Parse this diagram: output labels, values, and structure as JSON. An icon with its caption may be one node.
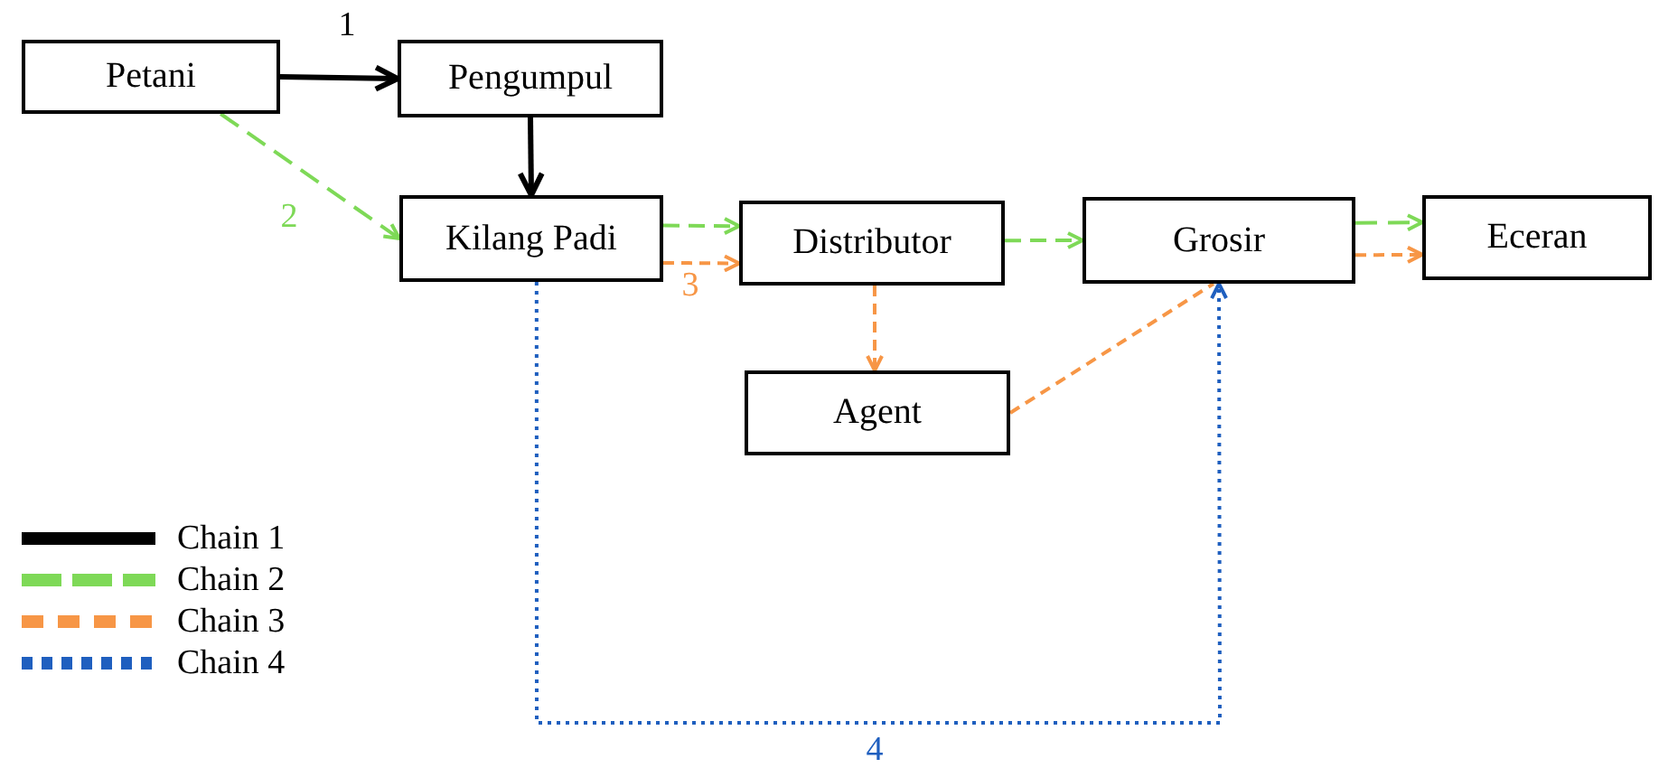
{
  "diagram": {
    "nodes": [
      {
        "text": [
          "Petani"
        ]
      },
      {
        "text": [
          "Pengumpul"
        ]
      },
      {
        "text": [
          "Kilang Padi"
        ]
      },
      {
        "text": [
          "Distributor"
        ]
      },
      {
        "text": [
          "Grosir"
        ]
      },
      {
        "text": [
          "Eceran"
        ]
      },
      {
        "text": [
          "Agent"
        ]
      }
    ],
    "edges": [
      {
        "from": 0,
        "to": 1,
        "arrow": "to",
        "label": "1",
        "color": "#000000"
      },
      {
        "from": 1,
        "to": 2,
        "arrow": "to",
        "color": "#000000"
      },
      {
        "from": 0,
        "to": 2,
        "arrow": "to",
        "label": "2",
        "style": "dashed",
        "color": "#7ed957"
      },
      {
        "from": 2,
        "to": 3,
        "arrow": "to",
        "style": "dashed",
        "color": "#7ed957"
      },
      {
        "from": 2,
        "to": 3,
        "arrow": "to",
        "label": "3",
        "style": "dashed",
        "color": "#f79646"
      },
      {
        "from": 3,
        "to": 4,
        "arrow": "to",
        "style": "dashed",
        "color": "#7ed957"
      },
      {
        "from": 3,
        "to": 6,
        "arrow": "to",
        "style": "dashed",
        "color": "#f79646"
      },
      {
        "from": 6,
        "to": 4,
        "arrow": "none",
        "style": "dashed",
        "color": "#f79646"
      },
      {
        "from": 4,
        "to": 5,
        "arrow": "to",
        "style": "dashed",
        "color": "#7ed957"
      },
      {
        "from": 4,
        "to": 5,
        "arrow": "to",
        "style": "dashed",
        "color": "#f79646"
      },
      {
        "from": 2,
        "to": 4,
        "arrow": "to",
        "label": "4",
        "style": "dashed",
        "color": "#1f5fbf"
      }
    ],
    "legend": [
      {
        "text": "Chain 1"
      },
      {
        "text": "Chain 2"
      },
      {
        "text": "Chain 3"
      },
      {
        "text": "Chain 4"
      }
    ]
  }
}
